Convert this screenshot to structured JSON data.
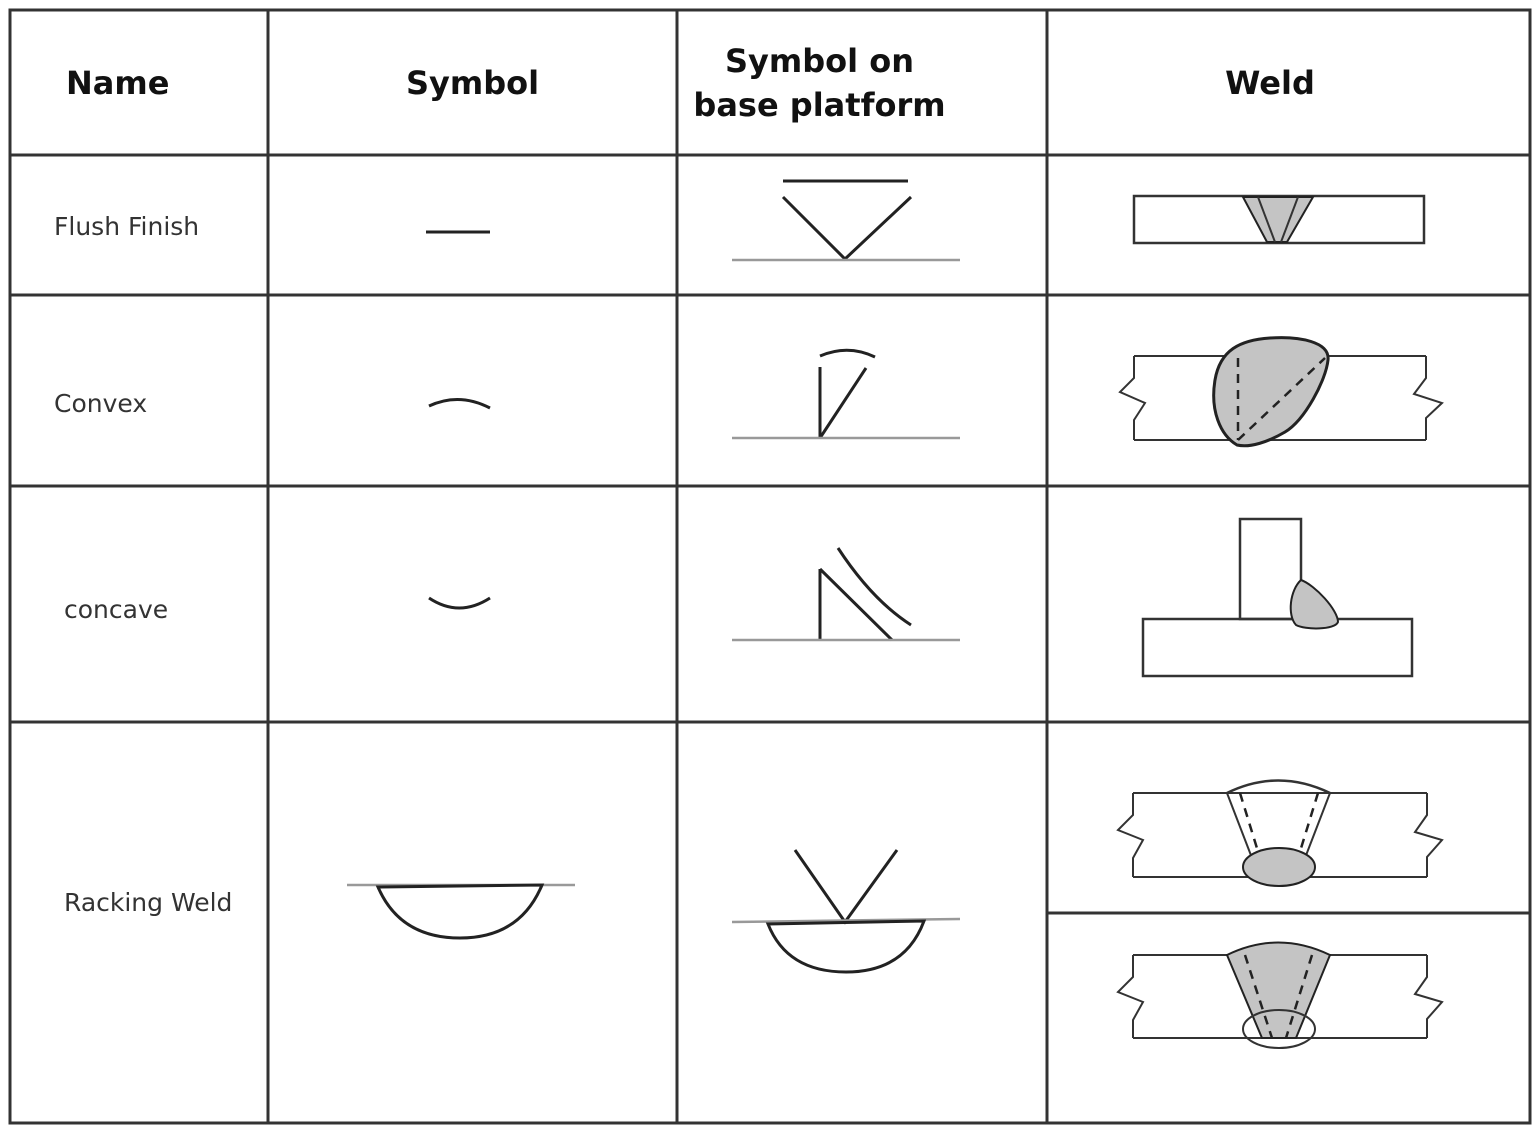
{
  "table": {
    "headers": {
      "name": "Name",
      "symbol": "Symbol",
      "symbol_on_base_line1": "Symbol on",
      "symbol_on_base_line2": "base platform",
      "weld": "Weld"
    },
    "rows": [
      {
        "name": "Flush Finish"
      },
      {
        "name": "Convex"
      },
      {
        "name": "concave"
      },
      {
        "name": "Racking Weld"
      }
    ]
  },
  "colors": {
    "grid": "#333333",
    "weld_fill": "#c4c4c4",
    "base_line": "#999999"
  }
}
